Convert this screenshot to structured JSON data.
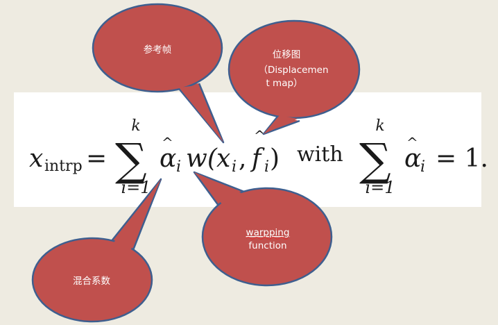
{
  "colors": {
    "background": "#eeebe1",
    "panel": "#ffffff",
    "bubble_fill": "#c0504d",
    "bubble_stroke": "#3e5f8f",
    "label": "#ffffff",
    "ink": "#1a1a1a"
  },
  "formula": {
    "lhs_var": "x",
    "lhs_sub": "intrp",
    "equals": "=",
    "sum_symbol": "∑",
    "sum_upper": "k",
    "sum_lower": "i=1",
    "alpha": "α",
    "alpha_sub": "i",
    "w_open": "w(",
    "x_var": "x",
    "x_sub": "i",
    "comma": ",",
    "f_var": "f",
    "f_sub": "i",
    "close_paren": ")",
    "with_word": "with",
    "sum2_symbol": "∑",
    "sum2_upper": "k",
    "sum2_lower": "i=1",
    "alpha2": "α",
    "alpha2_sub": "i",
    "rhs": "= 1."
  },
  "callouts": {
    "reference_frame": {
      "line1": "参考帧"
    },
    "displacement_map": {
      "line1": "位移图",
      "line2": "（Displacemen",
      "line3": "t map）"
    },
    "warping_function": {
      "line1": "warpping",
      "line2": "function"
    },
    "blending_coeff": {
      "line1": "混合系数"
    }
  }
}
